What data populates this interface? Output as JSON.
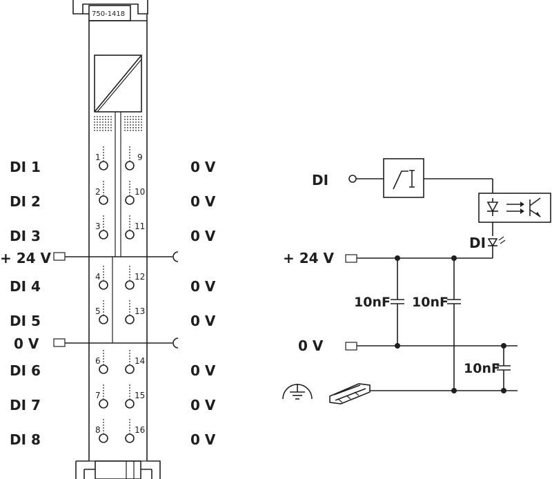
{
  "module": {
    "part_number": "750-1418",
    "left_labels": [
      "DI 1",
      "DI 2",
      "DI 3",
      "+ 24 V",
      "DI 4",
      "DI 5",
      "0 V",
      "DI 6",
      "DI 7",
      "DI 8"
    ],
    "right_labels": [
      "0 V",
      "0 V",
      "0 V",
      "0 V",
      "0 V",
      "0 V",
      "0 V",
      "0 V"
    ],
    "terminals_left": [
      "1",
      "2",
      "3",
      "4",
      "5",
      "6",
      "7",
      "8"
    ],
    "terminals_right": [
      "9",
      "10",
      "11",
      "12",
      "13",
      "14",
      "15",
      "16"
    ]
  },
  "schematic": {
    "input_label": "DI",
    "led_label": "DI",
    "supply_label": "+ 24 V",
    "ground_label": "0 V",
    "capacitors": [
      "10nF",
      "10nF",
      "10nF"
    ]
  }
}
